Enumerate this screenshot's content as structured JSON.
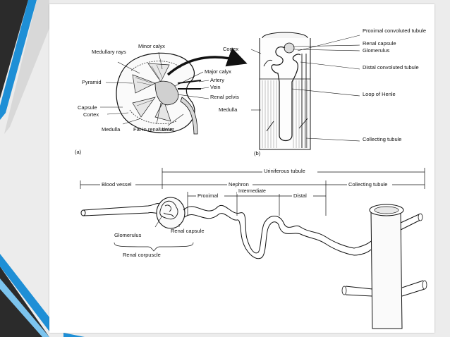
{
  "colors": {
    "background": "#ececec",
    "stripe_dark": "#2b2b2b",
    "stripe_blue": "#1e8fd6",
    "stripe_light_blue": "#7cc4ee",
    "card": "#ffffff",
    "ink": "#111111"
  },
  "panel_a": {
    "caption": "(a)",
    "labels": {
      "medullary_rays": "Medullary rays",
      "minor_calyx": "Minor calyx",
      "pyramid": "Pyramid",
      "capsule": "Capsule",
      "cortex": "Cortex",
      "medulla": "Medulla",
      "fat_in_renal_sinus": "Fat in renal sinus",
      "ureter": "Ureter",
      "major_calyx": "Major calyx",
      "artery": "Artery",
      "vein": "Vein",
      "renal_pelvis": "Renal pelvis"
    }
  },
  "panel_b": {
    "caption": "(b)",
    "labels": {
      "cortex": "Cortex",
      "medulla": "Medulla",
      "proximal_convoluted_tubule": "Proximal convoluted tubule",
      "renal_capsule": "Renal capsule",
      "glomerulus": "Glomerulus",
      "distal_convoluted_tubule": "Distal convoluted tubule",
      "loop_of_henle": "Loop of Henle",
      "collecting_tubule": "Collecting tubule"
    }
  },
  "panel_c": {
    "labels": {
      "uriniferous_tubule": "Uriniferous tubule",
      "blood_vessel": "Blood vessel",
      "nephron": "Nephron",
      "collecting_tubule": "Collecting tubule",
      "proximal": "Proximal",
      "intermediate": "Intermediate",
      "distal": "Distal",
      "glomerulus": "Glomerulus",
      "renal_capsule": "Renal capsule",
      "renal_corpuscle": "Renal corpuscle"
    }
  }
}
